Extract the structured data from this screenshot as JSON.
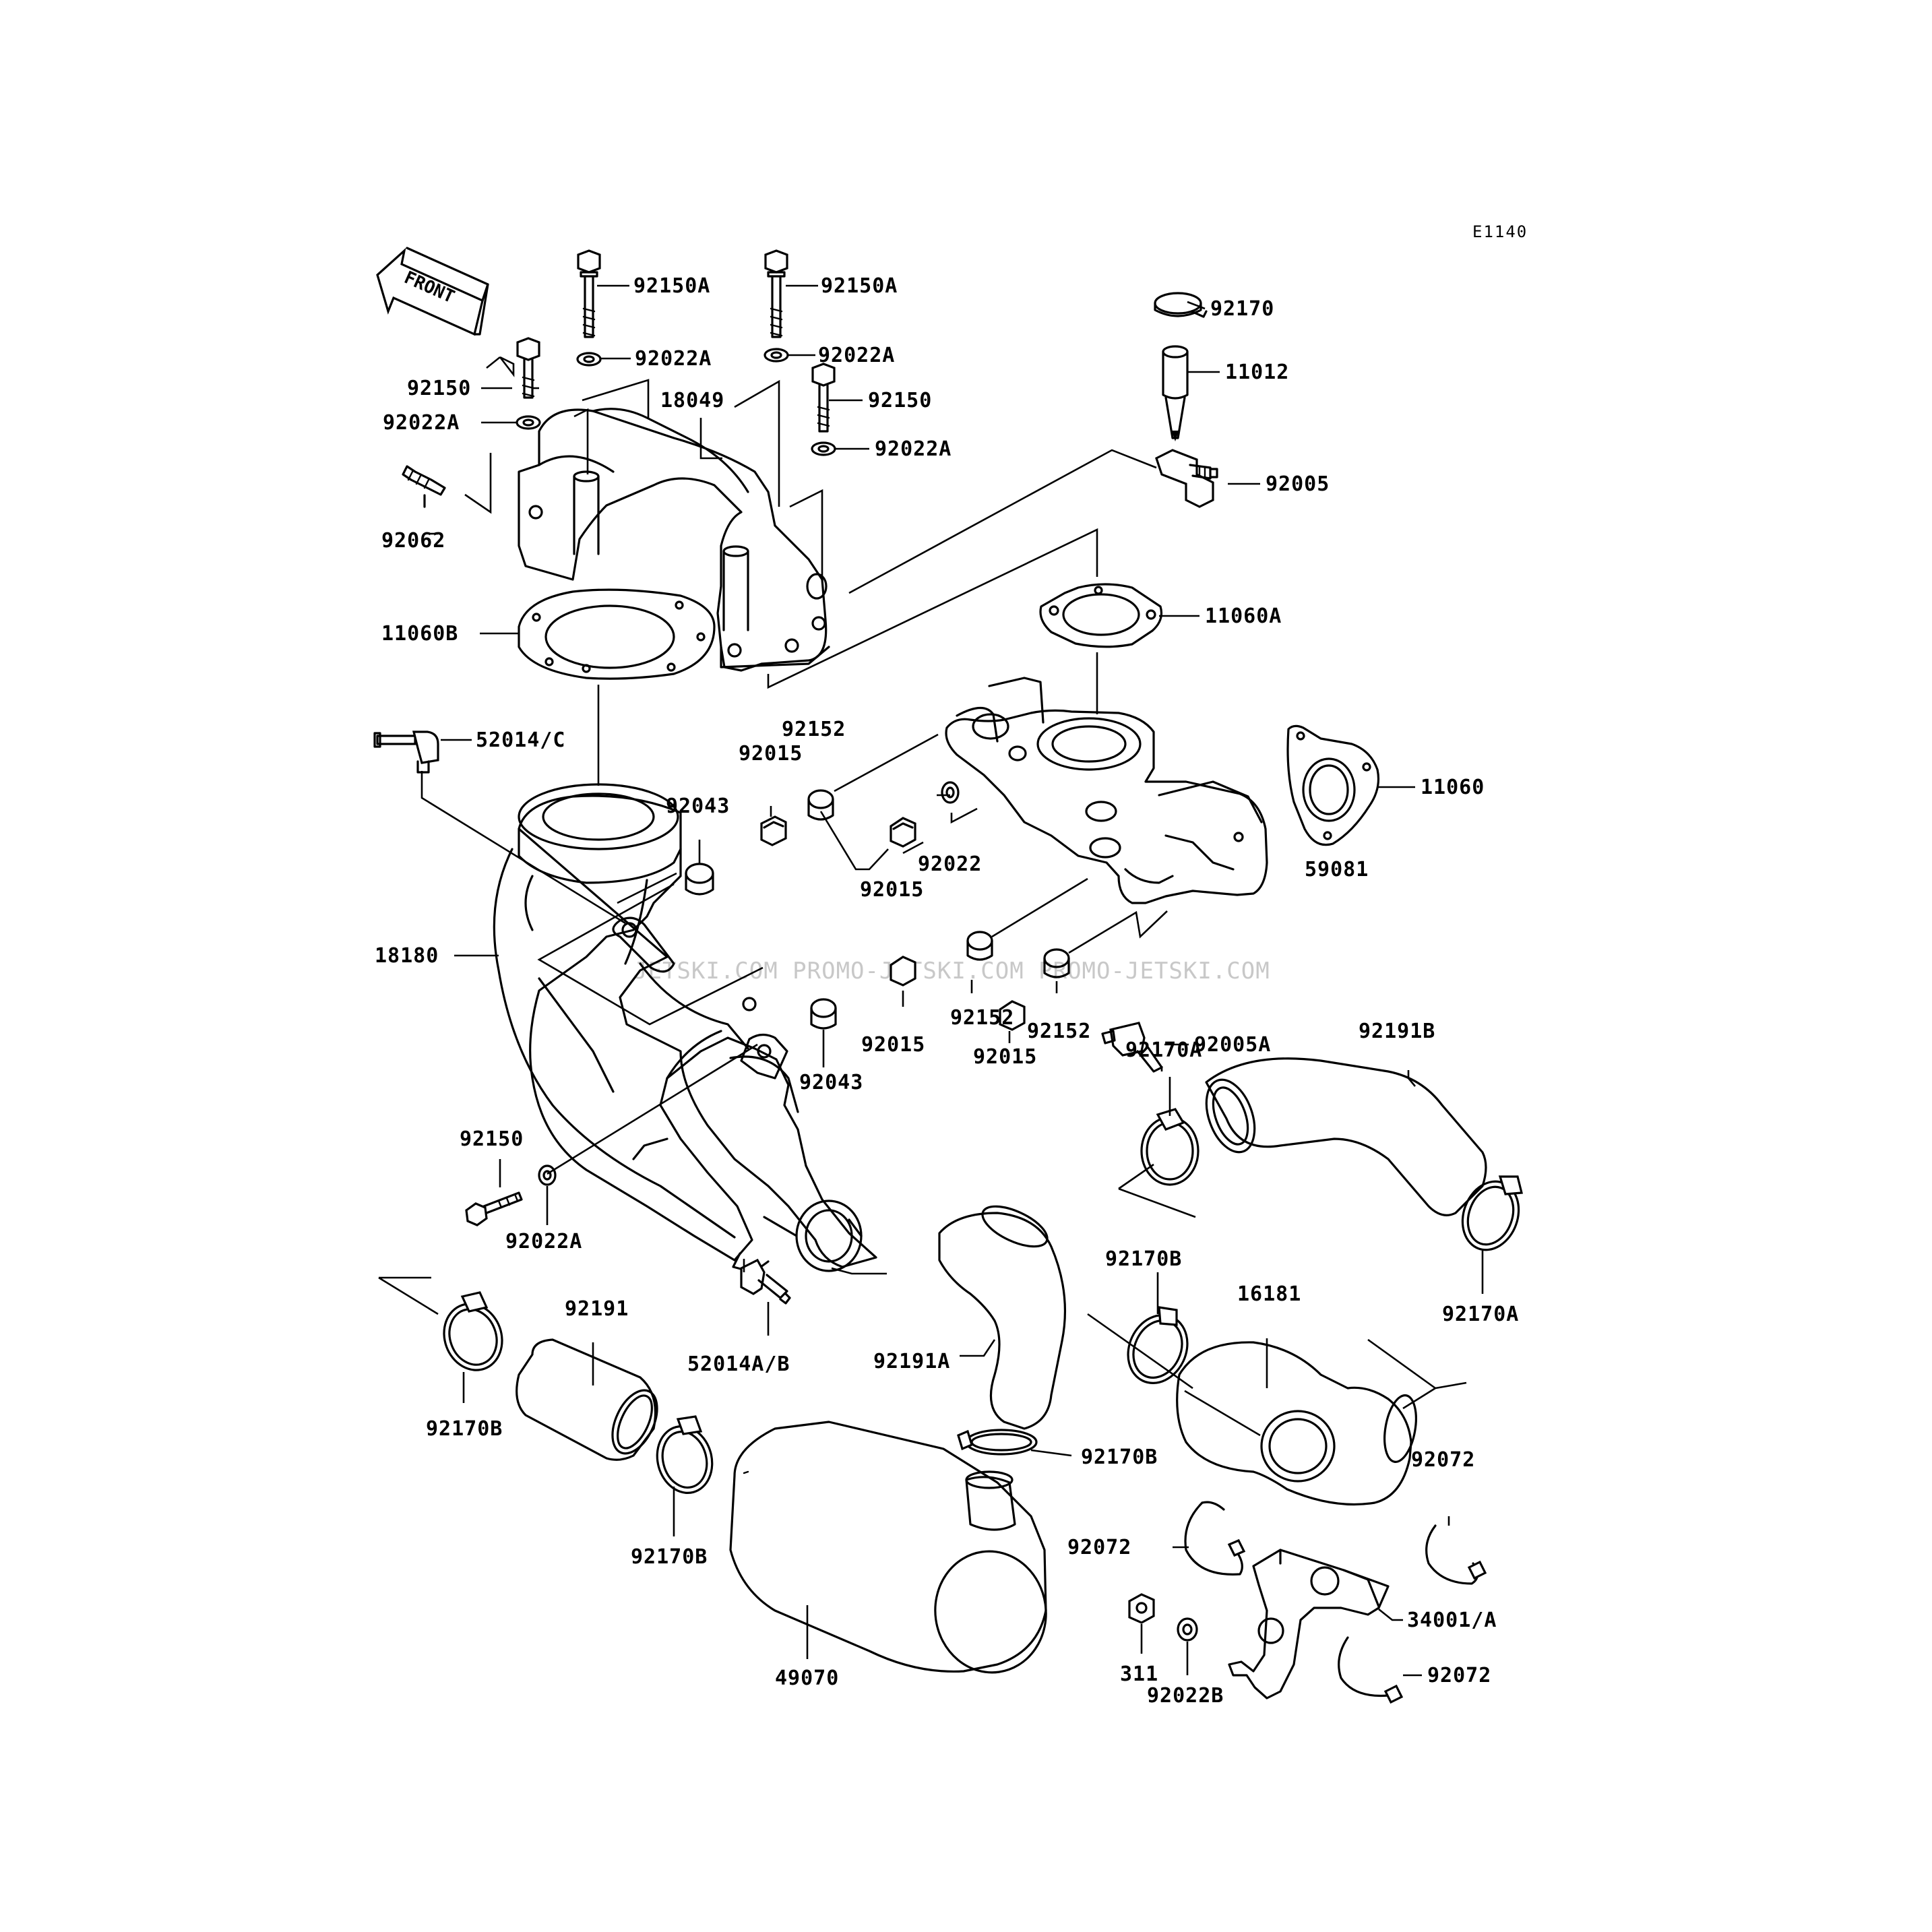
{
  "diagram_code": "E1140",
  "front_label": "FRONT",
  "watermark": "JETSKI.COM PROMO-JETSKI.COM PROMO-JETSKI.COM",
  "labels": {
    "l_92150A_1": "92150A",
    "l_92150A_2": "92150A",
    "l_92022A_1": "92022A",
    "l_92022A_2": "92022A",
    "l_92150_1": "92150",
    "l_92150_2": "92150",
    "l_92022A_3": "92022A",
    "l_92022A_4": "92022A",
    "l_18049": "18049",
    "l_92062": "92062",
    "l_92170": "92170",
    "l_11012": "11012",
    "l_92005": "92005",
    "l_11060B": "11060B",
    "l_11060A": "11060A",
    "l_11060": "11060",
    "l_52014C": "52014/C",
    "l_92152_1": "92152",
    "l_92015_1": "92015",
    "l_92043_1": "92043",
    "l_92022": "92022",
    "l_92015_2": "92015",
    "l_59081": "59081",
    "l_18180": "18180",
    "l_92015_3": "92015",
    "l_92152_2": "92152",
    "l_92015_4": "92015",
    "l_92152_3": "92152",
    "l_92005A": "92005A",
    "l_92043_2": "92043",
    "l_92170A_1": "92170A",
    "l_92191B": "92191B",
    "l_92150_3": "92150",
    "l_92022A_5": "92022A",
    "l_52014AB": "52014A/B",
    "l_92170B_1": "92170B",
    "l_16181": "16181",
    "l_92170A_2": "92170A",
    "l_92191": "92191",
    "l_92170B_2": "92170B",
    "l_92191A": "92191A",
    "l_92170B_3": "92170B",
    "l_92170B_4": "92170B",
    "l_92072_1": "92072",
    "l_92072_2": "92072",
    "l_34001A": "34001/A",
    "l_49070": "49070",
    "l_311": "311",
    "l_92022B": "92022B",
    "l_92072_3": "92072"
  }
}
